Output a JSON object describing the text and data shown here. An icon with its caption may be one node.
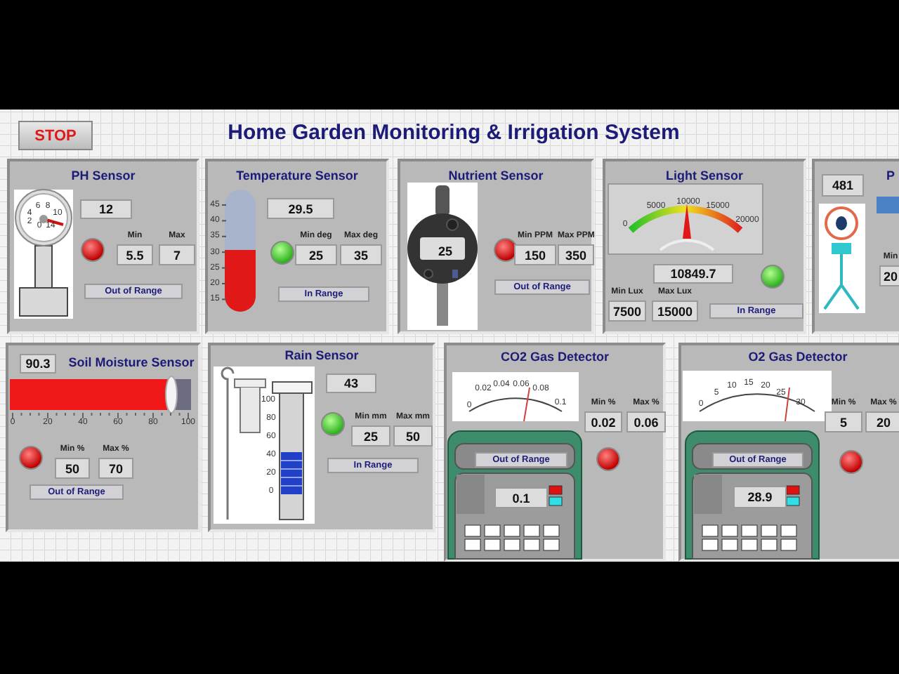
{
  "diagram": {
    "title": "Home Garden Monitoring & Irrigation System",
    "nodes": [
      {
        "text": [
          "STOP"
        ]
      },
      {
        "text": [
          "PH Sensor"
        ]
      },
      {
        "text": [
          "12"
        ],
        "in": 1
      },
      {
        "text": [
          "Min",
          "5.5"
        ],
        "in": 1
      },
      {
        "text": [
          "Max",
          "7"
        ],
        "in": 1
      },
      {
        "text": [
          "Out of Range"
        ],
        "in": 1
      },
      {
        "text": [
          "Temperature Sensor"
        ]
      },
      {
        "text": [
          "29.5"
        ],
        "in": 6
      },
      {
        "text": [
          "Min deg",
          "25"
        ],
        "in": 6
      },
      {
        "text": [
          "Max deg",
          "35"
        ],
        "in": 6
      },
      {
        "text": [
          "In Range"
        ],
        "in": 6
      },
      {
        "text": [
          "Nutrient Sensor"
        ]
      },
      {
        "text": [
          "25"
        ],
        "in": 11
      },
      {
        "text": [
          "Min PPM",
          "150"
        ],
        "in": 11
      },
      {
        "text": [
          "Max PPM",
          "350"
        ],
        "in": 11
      },
      {
        "text": [
          "Out of Range"
        ],
        "in": 11
      },
      {
        "text": [
          "Light Sensor"
        ]
      },
      {
        "text": [
          "10849.7"
        ],
        "in": 16
      },
      {
        "text": [
          "Min Lux",
          "7500"
        ],
        "in": 16
      },
      {
        "text": [
          "Max Lux",
          "15000"
        ],
        "in": 16
      },
      {
        "text": [
          "In Range"
        ],
        "in": 16
      },
      {
        "text": [
          "P"
        ]
      },
      {
        "text": [
          "481"
        ],
        "in": 21
      },
      {
        "text": [
          "Min",
          "20"
        ],
        "in": 21
      },
      {
        "text": [
          "Soil Moisture Sensor"
        ]
      },
      {
        "text": [
          "90.3"
        ],
        "in": 24
      },
      {
        "text": [
          "Min %",
          "50"
        ],
        "in": 24
      },
      {
        "text": [
          "Max %",
          "70"
        ],
        "in": 24
      },
      {
        "text": [
          "Out of Range"
        ],
        "in": 24
      },
      {
        "text": [
          "Rain Sensor"
        ]
      },
      {
        "text": [
          "43"
        ],
        "in": 29
      },
      {
        "text": [
          "Min mm",
          "25"
        ],
        "in": 29
      },
      {
        "text": [
          "Max mm",
          "50"
        ],
        "in": 29
      },
      {
        "text": [
          "In Range"
        ],
        "in": 29
      },
      {
        "text": [
          "CO2 Gas Detector"
        ]
      },
      {
        "text": [
          "Min %",
          "0.02"
        ],
        "in": 34
      },
      {
        "text": [
          "Max %",
          "0.06"
        ],
        "in": 34
      },
      {
        "text": [
          "Out of Range"
        ],
        "in": 34
      },
      {
        "text": [
          "0.1"
        ],
        "in": 34
      },
      {
        "text": [
          "O2 Gas Detector"
        ]
      },
      {
        "text": [
          "Min %",
          "5"
        ],
        "in": 39
      },
      {
        "text": [
          "Max %",
          "20"
        ],
        "in": 39
      },
      {
        "text": [
          "Out of Range"
        ],
        "in": 39
      },
      {
        "text": [
          "28.9"
        ],
        "in": 39
      }
    ],
    "labels": [
      "4",
      "6",
      "8",
      "10",
      "2",
      "0",
      "14",
      "45",
      "40",
      "35",
      "30",
      "25",
      "20",
      "15",
      "0",
      "5000",
      "10000",
      "15000",
      "20000",
      "0",
      "20",
      "40",
      "60",
      "80",
      "100",
      "100",
      "80",
      "60",
      "40",
      "20",
      "0",
      "0",
      "0.02",
      "0.04",
      "0.06",
      "0.08",
      "0.1",
      "0",
      "5",
      "10",
      "15",
      "20",
      "25",
      "30"
    ]
  }
}
